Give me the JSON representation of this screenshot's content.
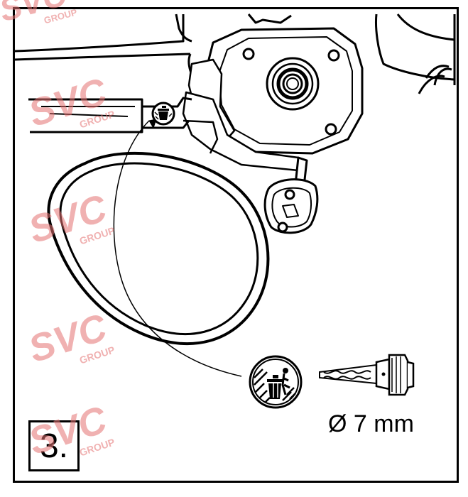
{
  "step": {
    "number": "3."
  },
  "drill": {
    "diameter_label": "Ø 7 mm"
  },
  "watermark": {
    "brand": "SVC",
    "sub": "GROUP",
    "color": "#e57373"
  },
  "icons": [
    "recycle-bin-icon",
    "drill-bit-icon"
  ],
  "colors": {
    "line": "#000000",
    "background": "#ffffff"
  }
}
